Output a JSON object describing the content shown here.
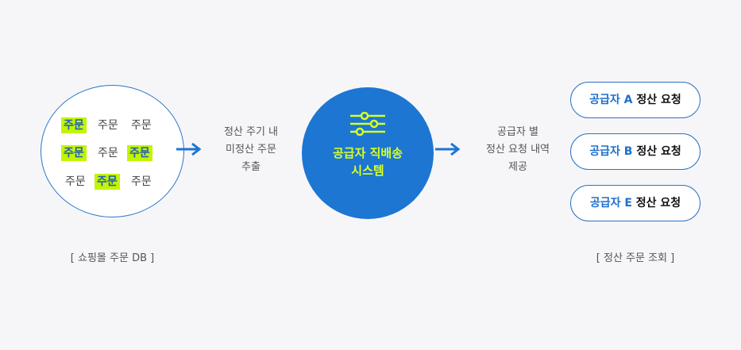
{
  "db": {
    "words": [
      {
        "text": "주문",
        "hl": true
      },
      {
        "text": "주문",
        "hl": false
      },
      {
        "text": "주문",
        "hl": false
      },
      {
        "text": "주문",
        "hl": true
      },
      {
        "text": "주문",
        "hl": false
      },
      {
        "text": "주문",
        "hl": true
      },
      {
        "text": "주문",
        "hl": false
      },
      {
        "text": "주문",
        "hl": true
      },
      {
        "text": "주문",
        "hl": false
      }
    ],
    "caption": "[ 쇼핑몰 주문 DB ]"
  },
  "step1": {
    "line1": "정산 주기 내",
    "line2": "미정산 주문",
    "line3": "추출"
  },
  "system": {
    "icon": "sliders-icon",
    "line1": "공급자 직배송",
    "line2": "시스템"
  },
  "step2": {
    "line1": "공급자 별",
    "line2": "정산 요청 내역",
    "line3": "제공"
  },
  "requests": [
    {
      "supplier": "공급자 A",
      "action": "정산 요청"
    },
    {
      "supplier": "공급자 B",
      "action": "정산 요청"
    },
    {
      "supplier": "공급자 E",
      "action": "정산 요청"
    }
  ],
  "requests_caption": "[ 정산 주문 조회 ]",
  "colors": {
    "accent_blue": "#1c76d2",
    "highlight": "#c3f400",
    "system_text": "#d8ff24"
  }
}
